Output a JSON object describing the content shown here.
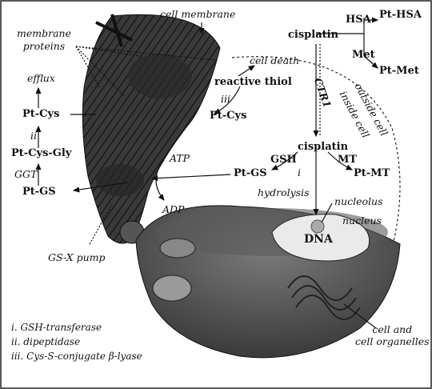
{
  "labels": {
    "cell_membrane": "cell membrane",
    "membrane_proteins": "membrane\nproteins",
    "efflux": "efflux",
    "pt_cys_left": "Pt-Cys",
    "ii": "ii",
    "pt_cys_gly": "Pt-Cys-Gly",
    "ggt": "GGT",
    "pt_gs_left": "Pt-GS",
    "gsx_pump": "GS-X pump",
    "cell_death": "cell death",
    "reactive_thiol": "reactive thiol",
    "iii": "iii",
    "pt_cys_mid": "Pt-Cys",
    "atp": "ATP",
    "adp": "ADP",
    "pt_gs_mid": "Pt-GS",
    "gsh": "GSH",
    "i": "i",
    "hydrolysis": "hydrolysis",
    "cisplatin_top": "cisplatin",
    "hsa": "HSA",
    "met": "Met",
    "pt_hsa": "Pt-HSA",
    "pt_met": "Pt-Met",
    "ctr1": "CTR1",
    "outside_cell": "outside cell",
    "inside_cell": "inside cell",
    "cisplatin_mid": "cisplatin",
    "mt": "MT",
    "pt_mt": "Pt-MT",
    "nucleolus": "nucleolus",
    "nucleus": "nucleus",
    "dna": "DNA",
    "cell_and_organelles": "cell and\ncell organelles"
  },
  "legend": [
    "i. GSH-transferase",
    "ii. dipeptidase",
    "iii. Cys-S-conjugate β-lyase"
  ]
}
